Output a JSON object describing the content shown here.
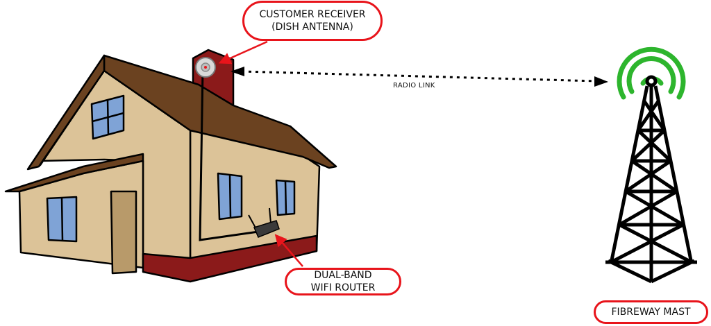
{
  "labels": {
    "receiver_line1": "CUSTOMER RECEIVER",
    "receiver_line2": "(DISH ANTENNA)",
    "router_line1": "DUAL-BAND",
    "router_line2": "WIFI ROUTER",
    "mast": "FIBREWAY MAST",
    "radio_link": "RADIO LINK"
  },
  "colors": {
    "callout_border": "#e8141b",
    "roof": "#6b4220",
    "wall": "#dcc398",
    "chimney": "#8b1a1a",
    "window": "#7fa3d6",
    "door": "#b89a6a",
    "signal": "#2db52d"
  }
}
